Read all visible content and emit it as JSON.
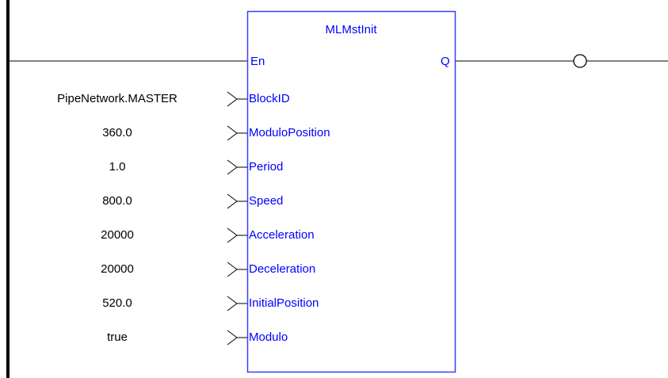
{
  "block": {
    "name": "MLMstInit",
    "enable_pin": "En",
    "output_pin": "Q"
  },
  "inputs": [
    {
      "pin": "BlockID",
      "value": "PipeNetwork.MASTER"
    },
    {
      "pin": "ModuloPosition",
      "value": "360.0"
    },
    {
      "pin": "Period",
      "value": "1.0"
    },
    {
      "pin": "Speed",
      "value": "800.0"
    },
    {
      "pin": "Acceleration",
      "value": "20000"
    },
    {
      "pin": "Deceleration",
      "value": "20000"
    },
    {
      "pin": "InitialPosition",
      "value": "520.0"
    },
    {
      "pin": "Modulo",
      "value": "true"
    }
  ],
  "colors": {
    "block_border": "#3a3aff",
    "pin_text": "#0000ff",
    "wire": "#000000",
    "rail": "#000000"
  }
}
